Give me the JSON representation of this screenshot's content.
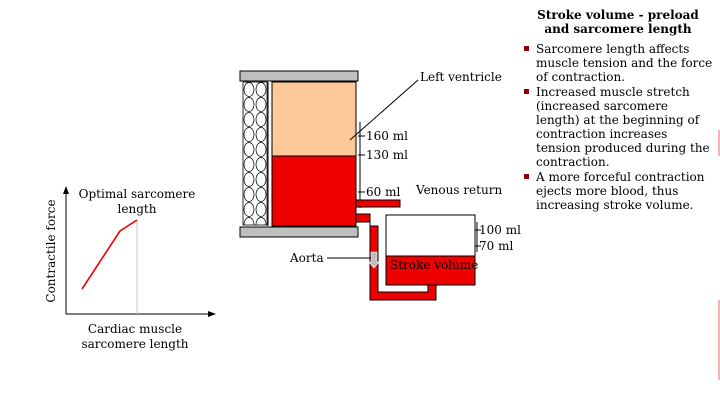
{
  "panel": {
    "title_line1": "Stroke volume - preload",
    "title_line2": "and  sarcomere length",
    "bullets": [
      "Sarcomere length affects muscle tension and the force of contraction.",
      "Increased muscle stretch (increased sarcomere length) at the beginning of contraction increases tension produced during the contraction.",
      "A more forceful contraction ejects more blood, thus increasing stroke volume."
    ]
  },
  "diagram": {
    "left_ventricle_label": "Left ventricle",
    "venous_return_label": "Venous return",
    "aorta_label": "Aorta",
    "stroke_volume_label": "Stroke volume",
    "ventricle_marks": [
      "160 ml",
      "130 ml",
      "60 ml"
    ],
    "stroke_marks": [
      "100 ml",
      "70 ml"
    ]
  },
  "graph": {
    "optimal_label_line1": "Optimal sarcomere",
    "optimal_label_line2": "length",
    "y_axis_label": "Contractile force",
    "x_axis_label_line1": "Cardiac muscle",
    "x_axis_label_line2": "sarcomere length"
  },
  "colors": {
    "blood": "#ee0000",
    "tissue": "#fdc998",
    "plate": "#bfbfbf",
    "bullet": "#8b0000"
  }
}
